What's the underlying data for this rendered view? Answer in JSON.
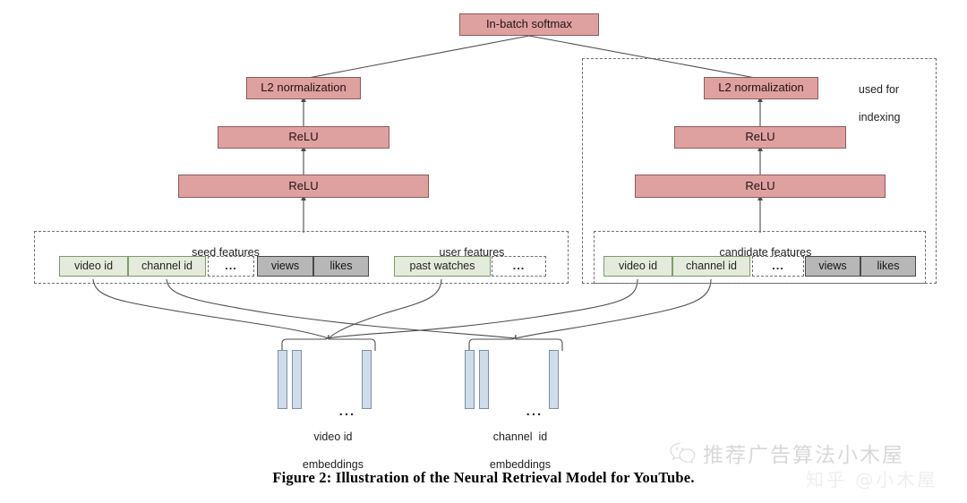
{
  "figure": {
    "caption": "Figure 2: Illustration of the Neural Retrieval Model for YouTube.",
    "colors": {
      "activation_fill": "#dfa0a0",
      "activation_border": "#8f5a5a",
      "id_feature_fill": "#e4ebdd",
      "id_feature_border": "#7d9b6a",
      "dense_feature_fill": "#b7b7b7",
      "dense_feature_border": "#4a4a4a",
      "embedding_fill": "#cfdceb",
      "embedding_border": "#7e8fa1",
      "wire": "#4d4d4d",
      "dashed_border": "#6e6e6e"
    }
  },
  "top": {
    "softmax_label": "In-batch softmax"
  },
  "left_tower": {
    "name": "query-tower",
    "l2_label": "L2 normalization",
    "relu_upper_label": "ReLU",
    "relu_lower_label": "ReLU"
  },
  "right_tower": {
    "name": "candidate-tower",
    "l2_label": "L2 normalization",
    "relu_upper_label": "ReLU",
    "relu_lower_label": "ReLU",
    "indexing_note_line1": "used for",
    "indexing_note_line2": "indexing"
  },
  "feature_groups": [
    {
      "id": "seed-features",
      "title": "seed features",
      "fields": [
        {
          "label": "video id",
          "kind": "id"
        },
        {
          "label": "channel id",
          "kind": "id"
        },
        {
          "label": "...",
          "kind": "ellipsis"
        },
        {
          "label": "views",
          "kind": "dense"
        },
        {
          "label": "likes",
          "kind": "dense"
        }
      ]
    },
    {
      "id": "user-features",
      "title": "user features",
      "fields": [
        {
          "label": "past watches",
          "kind": "id"
        },
        {
          "label": "...",
          "kind": "ellipsis"
        }
      ]
    },
    {
      "id": "candidate-features",
      "title": "candidate features",
      "fields": [
        {
          "label": "video id",
          "kind": "id"
        },
        {
          "label": "channel id",
          "kind": "id"
        },
        {
          "label": "...",
          "kind": "ellipsis"
        },
        {
          "label": "views",
          "kind": "dense"
        },
        {
          "label": "likes",
          "kind": "dense"
        }
      ]
    }
  ],
  "embedding_tables": [
    {
      "id": "video-id-embeddings",
      "title_line1": "video id",
      "title_line2": "embeddings",
      "ellipsis": "...",
      "column_count": 3
    },
    {
      "id": "channel-id-embeddings",
      "title_line1": "channel  id",
      "title_line2": "embeddings",
      "ellipsis": "...",
      "column_count": 3
    }
  ],
  "watermark": {
    "text": "推荐广告算法小木屋",
    "icon": "wechat-icon",
    "secondary": "知乎 @小木屋"
  }
}
